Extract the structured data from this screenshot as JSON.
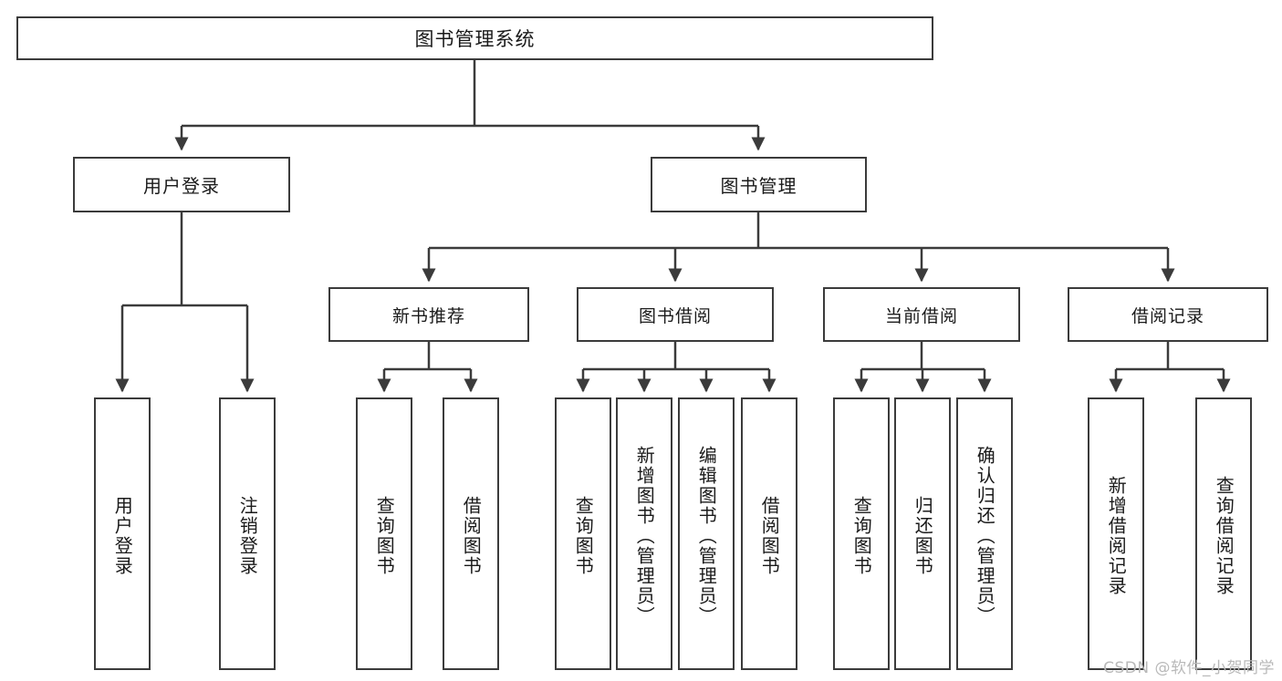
{
  "diagram": {
    "title": "图书管理系统",
    "type": "tree-hierarchy-diagram",
    "watermark": "CSDN @软件_小贺同学",
    "colors": {
      "stroke": "#3b3b3b",
      "fill": "#ffffff",
      "text": "#1a1a1a",
      "watermark": "#b9b9b9"
    },
    "root": {
      "label": "图书管理系统"
    },
    "level2": [
      {
        "id": "user-login",
        "label": "用户登录"
      },
      {
        "id": "book-manage",
        "label": "图书管理"
      }
    ],
    "level3": [
      {
        "id": "new-book-recommend",
        "label": "新书推荐"
      },
      {
        "id": "book-borrow",
        "label": "图书借阅"
      },
      {
        "id": "current-borrow",
        "label": "当前借阅"
      },
      {
        "id": "borrow-record",
        "label": "借阅记录"
      }
    ],
    "leaves": {
      "user_login": [
        {
          "id": "leaf-user-login",
          "label": "用户登录"
        },
        {
          "id": "leaf-logout-login",
          "label": "注销登录"
        }
      ],
      "new_book_recommend": [
        {
          "id": "leaf-query-book-1",
          "label": "查询图书"
        },
        {
          "id": "leaf-borrow-book-1",
          "label": "借阅图书"
        }
      ],
      "book_borrow": [
        {
          "id": "leaf-query-book-2",
          "label": "查询图书"
        },
        {
          "id": "leaf-add-book",
          "label": "新增图书（管理员）"
        },
        {
          "id": "leaf-edit-book",
          "label": "编辑图书（管理员）"
        },
        {
          "id": "leaf-borrow-book-2",
          "label": "借阅图书"
        }
      ],
      "current_borrow": [
        {
          "id": "leaf-query-book-3",
          "label": "查询图书"
        },
        {
          "id": "leaf-return-book",
          "label": "归还图书"
        },
        {
          "id": "leaf-confirm-return",
          "label": "确认归还（管理员）"
        }
      ],
      "borrow_record": [
        {
          "id": "leaf-add-borrow-record",
          "label": "新增借阅记录"
        },
        {
          "id": "leaf-query-borrow-record",
          "label": "查询借阅记录"
        }
      ]
    }
  }
}
